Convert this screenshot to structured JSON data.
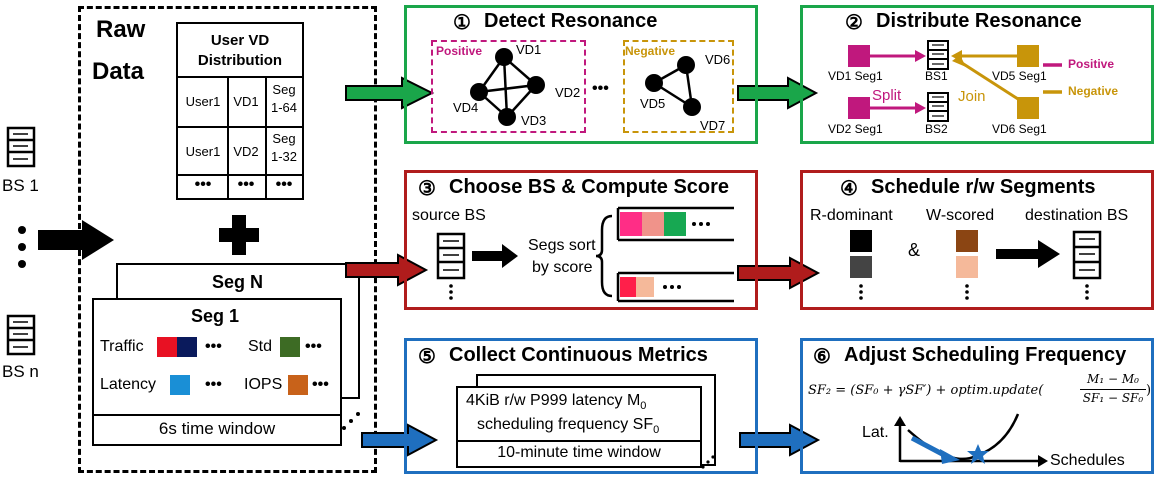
{
  "raw_data": {
    "title_line1": "Raw",
    "title_line2": "Data",
    "table_header_line1": "User VD",
    "table_header_line2": "Distribution",
    "rows": [
      {
        "user": "User1",
        "vd": "VD1",
        "seg_line1": "Seg",
        "seg_line2": "1-64"
      },
      {
        "user": "User1",
        "vd": "VD2",
        "seg_line1": "Seg",
        "seg_line2": "1-32"
      },
      {
        "user": "•••",
        "vd": "•••",
        "seg_line1": "•••",
        "seg_line2": ""
      }
    ],
    "seg_n_label": "Seg N",
    "seg_1_label": "Seg 1",
    "metrics": {
      "traffic": "Traffic",
      "std": "Std",
      "latency": "Latency",
      "iops": "IOPS",
      "dots": "•••"
    },
    "time_window": "6s time window"
  },
  "bs": {
    "first": "BS 1",
    "last": "BS n"
  },
  "panel1": {
    "number": "①",
    "title": "Detect Resonance",
    "positive": "Positive",
    "negative": "Negative",
    "nodes_pos": [
      "VD1",
      "VD2",
      "VD3",
      "VD4"
    ],
    "nodes_neg": [
      "VD6",
      "VD5",
      "VD7"
    ],
    "ellipsis": "•••"
  },
  "panel2": {
    "number": "②",
    "title": "Distribute Resonance",
    "vd1": "VD1 Seg1",
    "vd2": "VD2 Seg1",
    "vd5": "VD5 Seg1",
    "vd6": "VD6 Seg1",
    "bs1": "BS1",
    "bs2": "BS2",
    "split": "Split",
    "join": "Join",
    "positive": "Positive",
    "negative": "Negative"
  },
  "panel3": {
    "number": "③",
    "title": "Choose BS & Compute Score",
    "source": "source BS",
    "sort_line1": "Segs sort",
    "sort_line2": "by score",
    "dots": "•••"
  },
  "panel4": {
    "number": "④",
    "title": "Schedule r/w Segments",
    "r_dominant": "R-dominant",
    "w_scored": "W-scored",
    "destination": "destination BS",
    "amp": "&"
  },
  "panel5": {
    "number": "⑤",
    "title": "Collect Continuous Metrics",
    "line1": "4KiB r/w P999 latency M",
    "line1_sub": "0",
    "line2": "scheduling frequency SF",
    "line2_sub": "0",
    "line3": "10-minute time window"
  },
  "panel6": {
    "number": "⑥",
    "title": "Adjust Scheduling Frequency",
    "formula": "SF₂ = (SF₀ + γSF′) + optim.update(",
    "frac_num": "M₁ − M₀",
    "frac_den": "SF₁ − SF₀",
    "formula_end": ")",
    "ylabel": "Lat.",
    "xlabel": "Schedules"
  },
  "colors": {
    "green": "#1aa64a",
    "red": "#b01c1c",
    "blue": "#1f6fbf",
    "magenta": "#c0187d",
    "gold": "#c8950a"
  }
}
